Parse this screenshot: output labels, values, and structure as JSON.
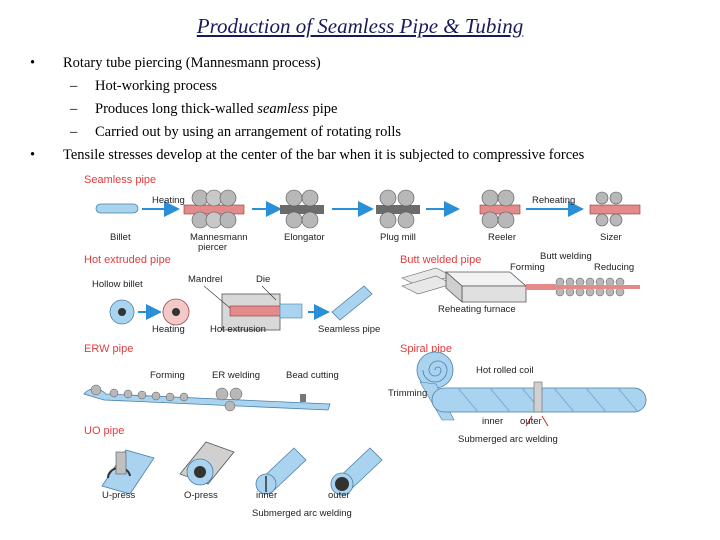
{
  "slide": {
    "title": "Production of Seamless Pipe & Tubing",
    "bullets": [
      {
        "text": "Rotary tube piercing (Mannesmann process)",
        "sub": [
          {
            "pre": "Hot-working process",
            "em": "",
            "post": ""
          },
          {
            "pre": "Produces long thick-walled ",
            "em": "seamless",
            "post": " pipe"
          },
          {
            "pre": "Carried out by using an arrangement of rotating rolls",
            "em": "",
            "post": ""
          }
        ]
      },
      {
        "text": "Tensile stresses develop at the center of the bar when it is subjected to compressive forces",
        "sub": []
      }
    ]
  },
  "diagram": {
    "seamless": {
      "title": "Seamless pipe",
      "labels": {
        "heating": "Heating",
        "billet": "Billet",
        "mannesmann_1": "Mannesmann",
        "mannesmann_2": "piercer",
        "elongator": "Elongator",
        "plug_mill": "Plug mill",
        "reeler": "Reeler",
        "reheating": "Reheating",
        "sizer": "Sizer"
      }
    },
    "hot_extruded": {
      "title": "Hot extruded pipe",
      "labels": {
        "hollow_billet": "Hollow billet",
        "mandrel": "Mandrel",
        "die": "Die",
        "heating": "Heating",
        "hot_extrusion": "Hot extrusion",
        "seamless_pipe": "Seamless pipe"
      }
    },
    "butt_welded": {
      "title": "Butt welded pipe",
      "labels": {
        "butt_welding": "Butt welding",
        "forming": "Forming",
        "reducing": "Reducing",
        "reheating_furnace": "Reheating furnace"
      }
    },
    "erw": {
      "title": "ERW pipe",
      "labels": {
        "forming": "Forming",
        "er_welding": "ER welding",
        "bead_cutting": "Bead cutting"
      }
    },
    "spiral": {
      "title": "Spiral pipe",
      "labels": {
        "hot_rolled_coil": "Hot rolled coil",
        "trimming": "Trimming",
        "inner": "inner",
        "outer": "outer",
        "saw": "Submerged arc welding"
      }
    },
    "uo": {
      "title": "UO pipe",
      "labels": {
        "u_press": "U-press",
        "o_press": "O-press",
        "inner": "inner",
        "outer": "outer",
        "saw": "Submerged arc welding"
      }
    },
    "colors": {
      "section_title": "#e23c3c",
      "pipe_fill": "#a9d3ef",
      "arrow": "#2a8fd6",
      "heat": "#e58a8a",
      "roll": "#b8b8b8"
    }
  }
}
